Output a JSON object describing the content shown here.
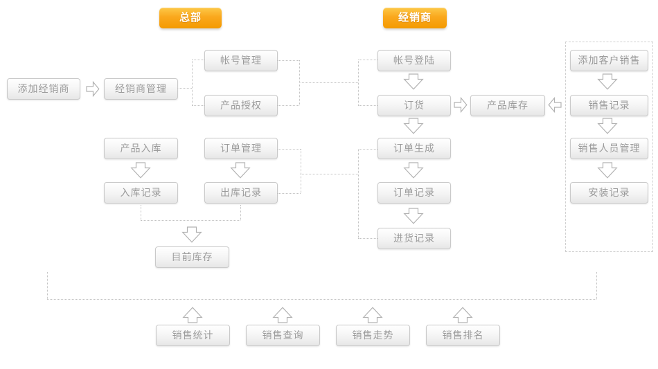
{
  "palette": {
    "accent_orange_top": "#fdc848",
    "accent_orange_bottom": "#f49a01",
    "box_border": "#c9c9c9",
    "box_text": "#9b9b9b",
    "connector_gray": "#c2c2c2",
    "arrow_outline": "#b2b2b2"
  },
  "headers": {
    "hq": "总部",
    "dealer": "经销商"
  },
  "nodes": {
    "add_dealer": "添加经销商",
    "dealer_management": "经销商管理",
    "account_management": "帐号管理",
    "product_authorization": "产品授权",
    "product_inbound": "产品入库",
    "inbound_records": "入库记录",
    "order_management": "订单管理",
    "outbound_records": "出库记录",
    "current_inventory": "目前库存",
    "account_login": "帐号登陆",
    "ordering": "订货",
    "order_generation": "订单生成",
    "order_records": "订单记录",
    "purchase_records": "进货记录",
    "product_inventory": "产品库存",
    "add_customer_sale": "添加客户销售",
    "sales_records": "销售记录",
    "sales_staff_management": "销售人员管理",
    "installation_records": "安装记录",
    "sales_statistics": "销售统计",
    "sales_query": "销售查询",
    "sales_trend": "销售走势",
    "sales_ranking": "销售排名"
  }
}
